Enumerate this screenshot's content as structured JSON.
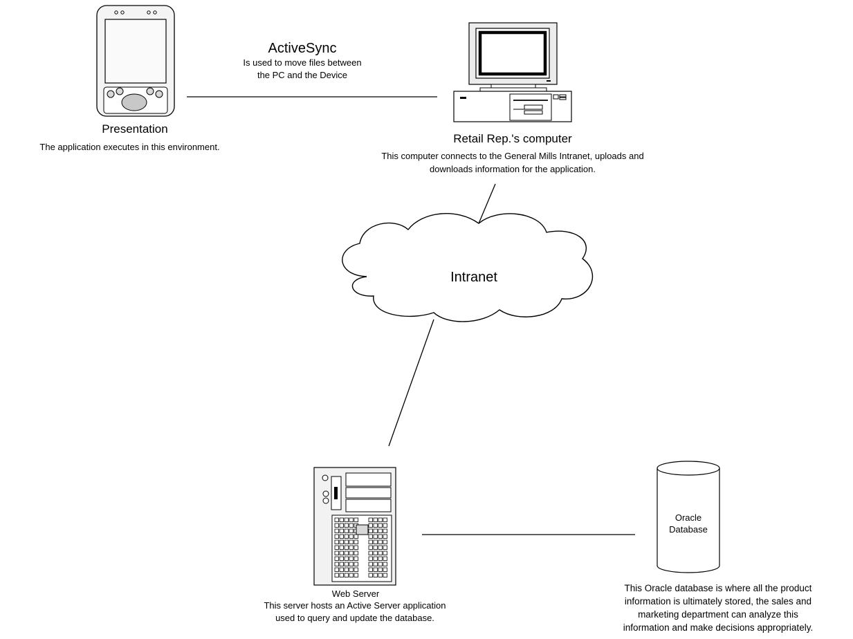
{
  "activesync": {
    "title": "ActiveSync",
    "line1": "Is used to move files between",
    "line2": "the PC and the Device"
  },
  "presentation": {
    "title": "Presentation",
    "desc": "The application executes in this environment."
  },
  "retail_computer": {
    "title": "Retail Rep.'s computer",
    "line1": "This computer connects to the General Mills Intranet, uploads and",
    "line2": "downloads information for the application."
  },
  "intranet": {
    "label": "Intranet"
  },
  "web_server": {
    "title": "Web Server",
    "line1": "This server hosts an Active Server application",
    "line2": "used to query and update the database."
  },
  "oracle": {
    "label_line1": "Oracle",
    "label_line2": "Database",
    "desc_line1": "This Oracle database is where all the product",
    "desc_line2": "information is ultimately stored, the sales and",
    "desc_line3": "marketing department can analyze this",
    "desc_line4": "information and make decisions appropriately."
  }
}
